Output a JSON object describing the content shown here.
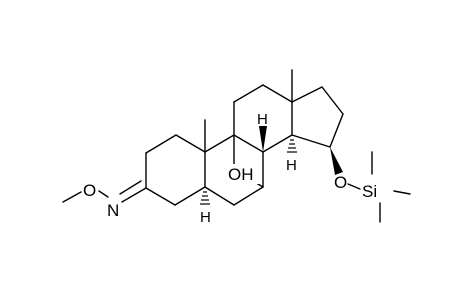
{
  "molecule": {
    "atoms": {
      "methoxy_o": "O",
      "oxime_n": "N",
      "hydroxyl": "OH",
      "h_5": "H",
      "h_8": "H",
      "h_14": "H",
      "silyl_ether_o": "O",
      "silicon": "Si"
    }
  },
  "colors": {
    "ink": "#000000",
    "background": "#ffffff"
  }
}
